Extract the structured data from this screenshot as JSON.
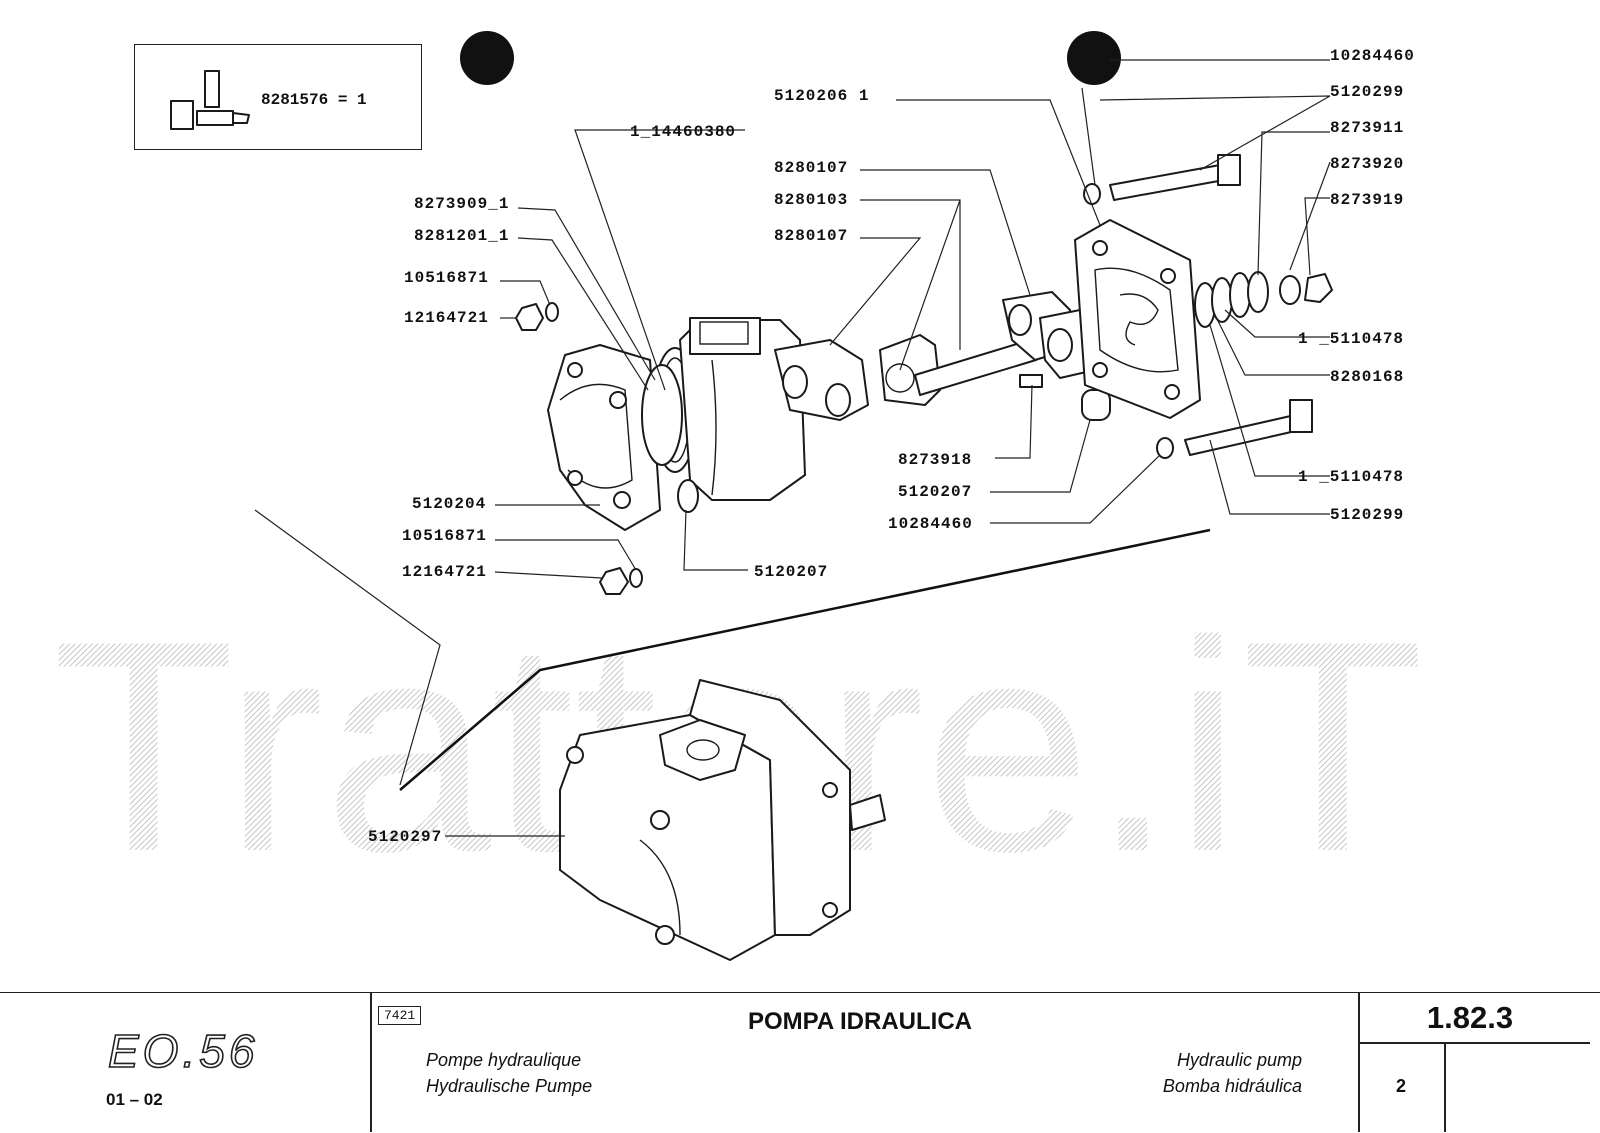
{
  "kit": {
    "label": "8281576 = 1"
  },
  "watermark": "Trattore.iT",
  "parts": {
    "p10284460_top": "10284460",
    "p5120206": "5120206 1",
    "p5120299_top": "5120299",
    "p8273911": "8273911",
    "p8273920": "8273920",
    "p8273919": "8273919",
    "p1_14460380": "1_14460380",
    "p8280107_a": "8280107",
    "p8280103": "8280103",
    "p8280107_b": "8280107",
    "p8273909": "8273909_1",
    "p8281201": "8281201_1",
    "p10516871_a": "10516871",
    "p12164721_a": "12164721",
    "p5110478_a": "1 _5110478",
    "p8280168": "8280168",
    "p8273918": "8273918",
    "p5120207_a": "5120207",
    "p10284460_b": "10284460",
    "p5110478_b": "1 _5110478",
    "p5120299_b": "5120299",
    "p5120204": "5120204",
    "p10516871_b": "10516871",
    "p12164721_b": "12164721",
    "p5120207_b": "5120207",
    "p5120297": "5120297"
  },
  "footer": {
    "model_logo": "EO.56",
    "model_date": "01 – 02",
    "code": "7421",
    "title_it": "POMPA IDRAULICA",
    "title_fr": "Pompe hydraulique",
    "title_de": "Hydraulische Pumpe",
    "title_en": "Hydraulic pump",
    "title_es": "Bomba hidráulica",
    "page_code": "1.82.3",
    "page_num": "2"
  }
}
